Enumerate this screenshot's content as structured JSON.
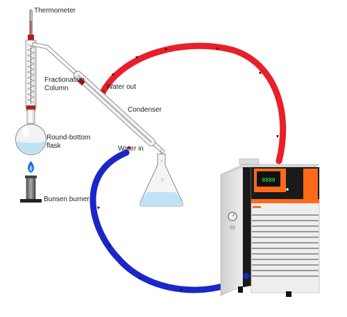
{
  "labels": {
    "thermometer": "Thermometer",
    "fractionating_column": "Fractionating Column",
    "condenser": "Condenser",
    "water_out": "Water out",
    "water_in": "Water in",
    "round_bottom_flask": "Round-bottom flask",
    "bunsen_burner": "Bunsen burner"
  },
  "device": {
    "display_readout": "8888"
  },
  "colors": {
    "hot_tube": "#e8202b",
    "cold_tube": "#1a27c8",
    "liquid": "#bfe3f5",
    "flame": "#1f6fe0",
    "chiller_accent": "#ff6a1a",
    "chiller_dark": "#1a1a1a",
    "chiller_body": "#eeeeee"
  }
}
